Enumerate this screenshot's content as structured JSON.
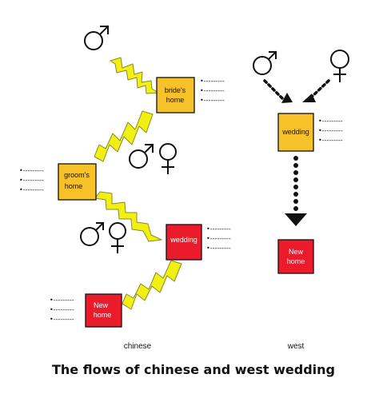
{
  "title": "The flows of chinese and west wedding",
  "columns": {
    "left": "chinese",
    "right": "west"
  },
  "colors": {
    "yellow": "#f7c12a",
    "red": "#ec1b2b",
    "lightning": "#f2ef12",
    "stroke": "#111111"
  },
  "bullets": [
    "•---------",
    "•---------",
    "•---------"
  ],
  "chinese": {
    "brides_home": [
      "bride's",
      "home"
    ],
    "grooms_home": [
      "groom's",
      "home"
    ],
    "wedding": [
      "wedding"
    ],
    "new_home": [
      "New",
      "home"
    ]
  },
  "west": {
    "wedding": [
      "wedding"
    ],
    "new_home": [
      "New",
      "home"
    ]
  },
  "symbols": {
    "male": "male-symbol",
    "female": "female-symbol"
  }
}
